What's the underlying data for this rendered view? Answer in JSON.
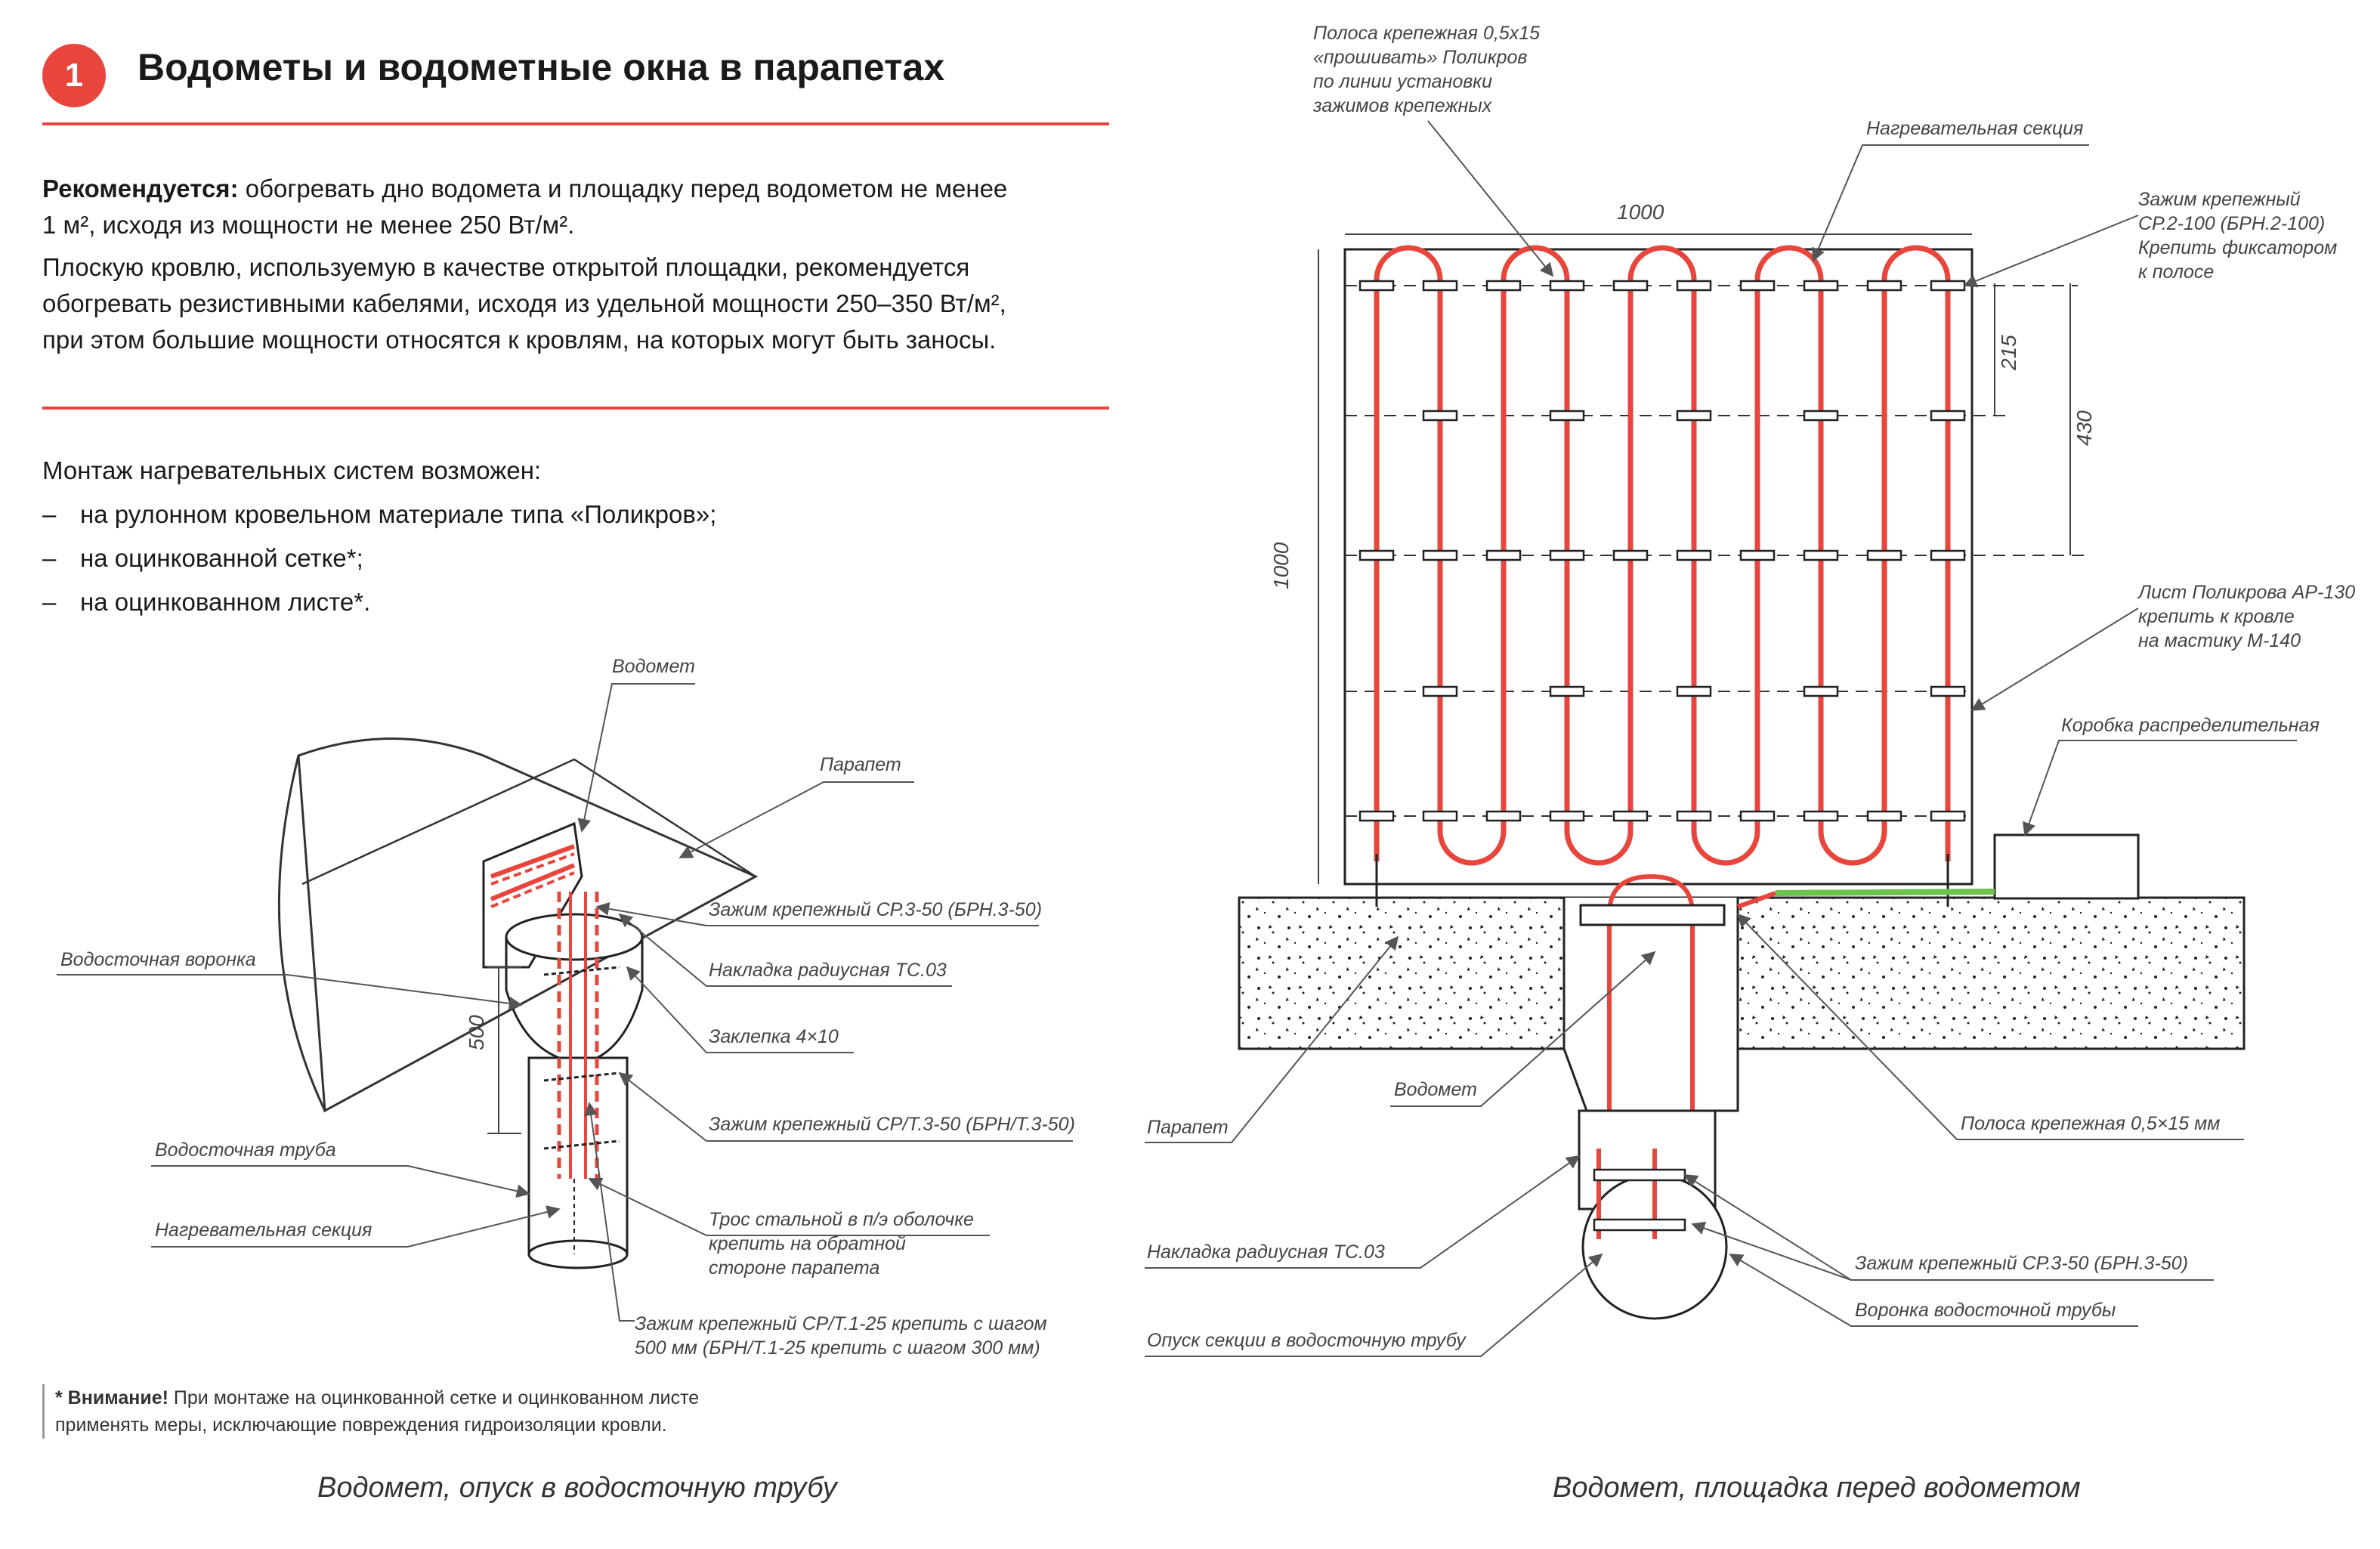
{
  "header": {
    "badge": "1",
    "title": "Водометы и водометные окна в парапетах"
  },
  "intro": {
    "bold": "Рекомендуется:",
    "line1": " обогревать дно водомета и площадку перед водометом не менее",
    "line2": "1 м², исходя из мощности не менее 250 Вт/м².",
    "p2_line1": "Плоскую кровлю, используемую в качестве открытой площадки, рекомендуется",
    "p2_line2": "обогревать резистивными кабелями, исходя из удельной мощности 250–350 Вт/м²,",
    "p2_line3": "при этом большие мощности относятся к кровлям, на которых могут быть заносы."
  },
  "mount": {
    "heading": "Монтаж нагревательных систем возможен:",
    "items": [
      "на рулонном кровельном материале типа «Поликров»;",
      "на оцинкованной сетке*;",
      "на оцинкованном листе*."
    ]
  },
  "note": {
    "bold": "* Внимание!",
    "text1": " При монтаже на оцинкованной сетке и оцинкованном листе",
    "text2": "применять меры, исключающие повреждения гидроизоляции кровли."
  },
  "left_diagram": {
    "caption": "Водомет, опуск в водосточную трубу",
    "labels": {
      "vodomet": "Водомет",
      "parapet": "Парапет",
      "clamp": "Зажим крепежный СР.3-50 (БРН.3-50)",
      "funnel": "Водосточная воронка",
      "overlay": "Накладка радиусная ТС.03",
      "rivet": "Заклепка 4×10",
      "clamp_t": "Зажим крепежный СР/Т.3-50 (БРН/Т.3-50)",
      "pipe": "Водосточная труба",
      "section": "Нагревательная секция",
      "rope1": "Трос стальной в п/э оболочке",
      "rope2": "крепить на обратной",
      "rope3": "стороне парапета",
      "clamp_t1_1": "Зажим крепежный СР/Т.1-25 крепить с шагом",
      "clamp_t1_2": "500 мм (БРН/Т.1-25 крепить с шагом 300 мм)",
      "dim500": "500"
    }
  },
  "right_diagram": {
    "caption": "Водомет, площадка перед водометом",
    "labels": {
      "strip1": "Полоса крепежная 0,5х15",
      "strip2": "«прошивать» Поликров",
      "strip3": "по линии установки",
      "strip4": "зажимов крепежных",
      "heat_section": "Нагревательная секция",
      "clamp1": "Зажим крепежный",
      "clamp2": "СР.2-100 (БРН.2-100)",
      "clamp3": "Крепить фиксатором",
      "clamp4": "к полосе",
      "sheet1": "Лист Поликрова АР-130",
      "sheet2": "крепить к кровле",
      "sheet3": "на мастику М-140",
      "box": "Коробка распределительная",
      "vodomet": "Водомет",
      "parapet": "Парапет",
      "strip_mm": "Полоса крепежная 0,5×15 мм",
      "overlay": "Накладка радиусная ТС.03",
      "clamp_sr": "Зажим крепежный СР.3-50 (БРН.3-50)",
      "funnel": "Воронка водосточной трубы",
      "descent": "Опуск секции в водосточную трубу",
      "dim1000a": "1000",
      "dim1000b": "1000",
      "dim215": "215",
      "dim430": "430"
    }
  },
  "colors": {
    "accent": "#e8453c",
    "cable": "#e8453c",
    "green": "#6cc24a"
  }
}
